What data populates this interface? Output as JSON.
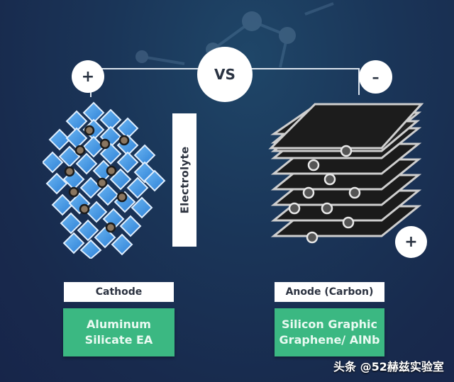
{
  "diagram": {
    "center_label": "VS",
    "cathode_terminal_symbol": "+",
    "anode_terminal_symbol": "–",
    "anode_bottom_symbol": "+",
    "electrolyte_label": "Electrolyte",
    "cathode": {
      "title": "Cathode",
      "material_line1": "Aluminum",
      "material_line2": "Silicate EA"
    },
    "anode": {
      "title": "Anode (Carbon)",
      "material_line1": "Silicon Graphic",
      "material_line2": "Graphene/ AlNb"
    }
  },
  "watermark": "头条 @52赫兹实验室",
  "colors": {
    "background": "#182a4d",
    "green_box": "#3bb882",
    "cathode_crystal": "#3a8ee0",
    "anode_sheet": "#1a1a1a"
  }
}
